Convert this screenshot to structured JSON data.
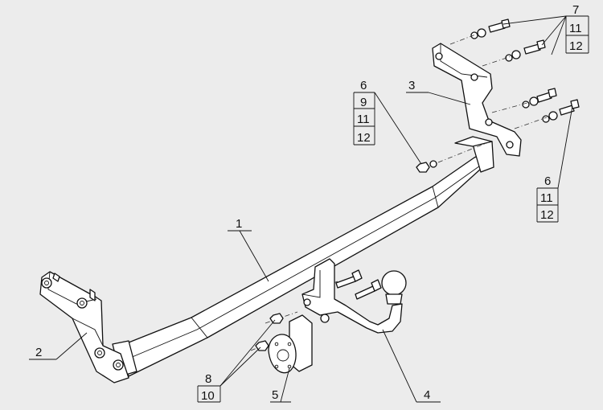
{
  "drawing": {
    "callouts": {
      "c1": "1",
      "c2": "2",
      "c3": "3",
      "c4": "4",
      "c5": "5",
      "c6a": "6",
      "c9": "9",
      "c11a": "11",
      "c12a": "12",
      "c6b": "6",
      "c11b": "11",
      "c12b": "12",
      "c7": "7",
      "c11c": "11",
      "c12c": "12",
      "c8": "8",
      "c10": "10"
    }
  }
}
